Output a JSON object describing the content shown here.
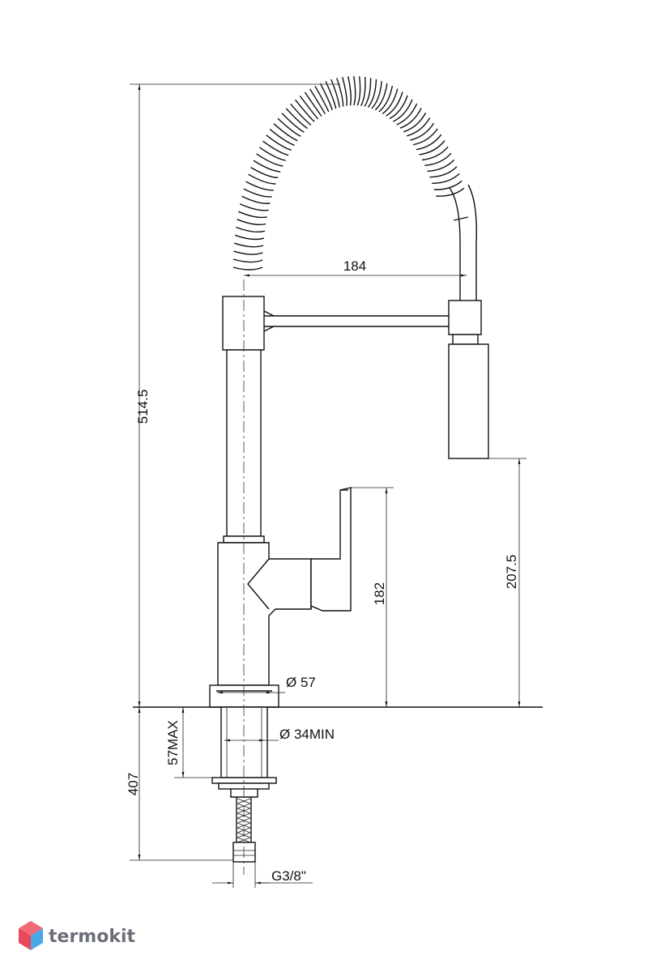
{
  "brand": {
    "name": "termokit"
  },
  "colors": {
    "line": "#111111",
    "logo_red": "#e8485c",
    "logo_blue": "#4aa8e6",
    "logo_text": "#6b6f78"
  },
  "dimensions": {
    "total_height": "514.5",
    "spout_reach": "184",
    "spout_height": "207.5",
    "handle_height": "182",
    "base_diameter": "Ø 57",
    "hole_diameter": "Ø 34MIN",
    "deck_thickness": "57MAX",
    "hose_length": "407",
    "thread": "G3/8\""
  }
}
